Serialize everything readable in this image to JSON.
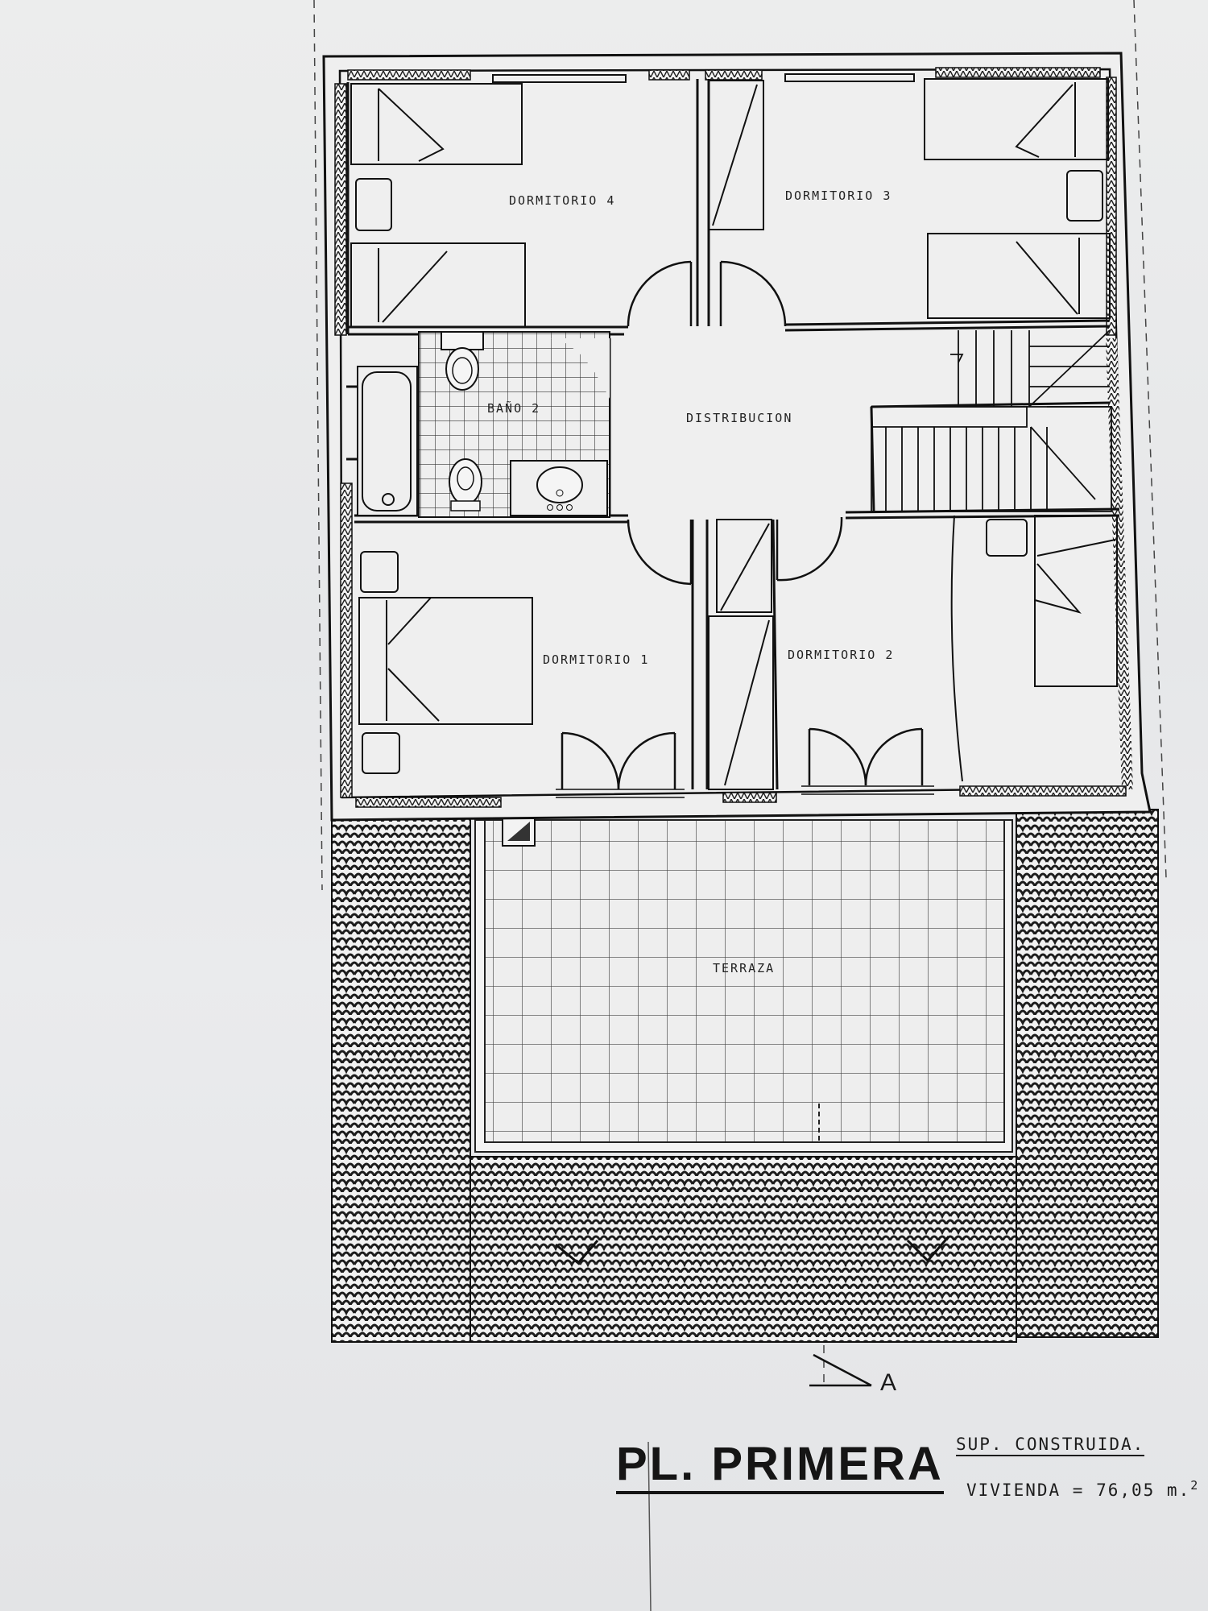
{
  "plan": {
    "rooms": {
      "dormitorio_4": "DORMITORIO  4",
      "dormitorio_3": "DORMITORIO  3",
      "bano_2": "BAÑO 2",
      "distribucion": "DISTRIBUCION",
      "dormitorio_1": "DORMITORIO  1",
      "dormitorio_2": "DORMITORIO  2",
      "terraza": "TERRAZA"
    },
    "section_marker": "A"
  },
  "title_block": {
    "title": "PL. PRIMERA",
    "sup_label": "SUP. CONSTRUIDA.",
    "vivienda": "VIVIENDA = 76,05 m.",
    "vivienda_unit_exp": "2"
  },
  "colors": {
    "ink": "#1a1a1a",
    "paper": "#e9eaec"
  }
}
